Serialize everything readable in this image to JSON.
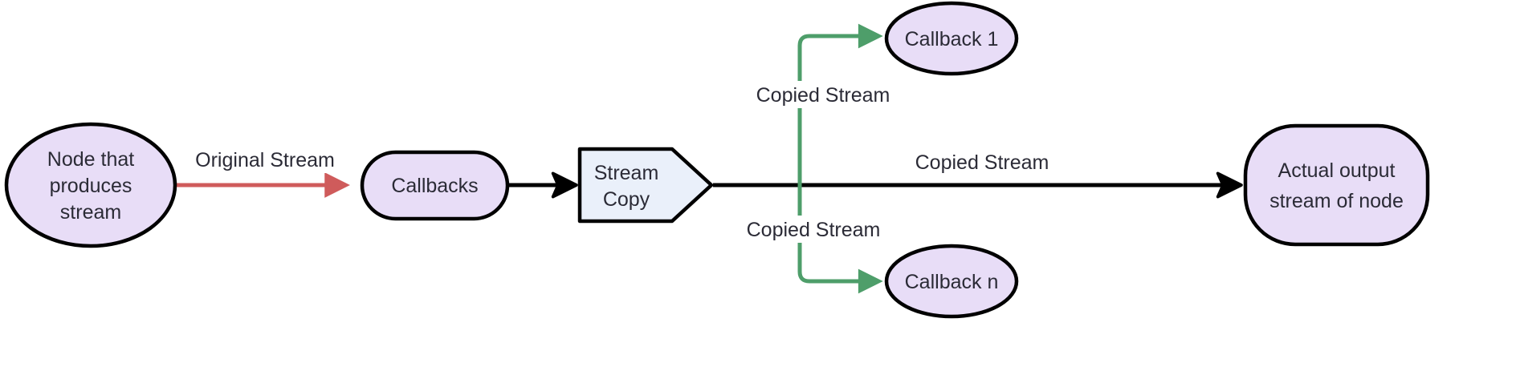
{
  "diagram": {
    "type": "flowchart",
    "title": "Stream copy and callback fan-out flowchart",
    "direction": "left-to-right",
    "background_color": "#ffffff",
    "colors": {
      "node_fill_lavender": "#e8ddf7",
      "node_fill_blue": "#eaf0fa",
      "node_stroke": "#000000",
      "text": "#2b2b36",
      "edge_default": "#000000",
      "edge_original_stream": "#cf5b5b",
      "edge_copied_stream": "#4e9e6a"
    },
    "nodes": [
      {
        "id": "producer",
        "label": "Node that produces stream",
        "lines": [
          "Node that",
          "produces",
          "stream"
        ],
        "shape": "ellipse",
        "fill": "#e8ddf7"
      },
      {
        "id": "callbacks",
        "label": "Callbacks",
        "lines": [
          "Callbacks"
        ],
        "shape": "stadium",
        "fill": "#e8ddf7"
      },
      {
        "id": "stream-copy",
        "label": "Stream Copy",
        "lines": [
          "Stream",
          "Copy"
        ],
        "shape": "pentagon-arrow",
        "fill": "#eaf0fa"
      },
      {
        "id": "callback-1",
        "label": "Callback 1",
        "lines": [
          "Callback 1"
        ],
        "shape": "ellipse",
        "fill": "#e8ddf7"
      },
      {
        "id": "callback-n",
        "label": "Callback n",
        "lines": [
          "Callback n"
        ],
        "shape": "ellipse",
        "fill": "#e8ddf7"
      },
      {
        "id": "actual-output",
        "label": "Actual output stream of node",
        "lines": [
          "Actual output",
          "stream of node"
        ],
        "shape": "stadium",
        "fill": "#e8ddf7"
      }
    ],
    "edges": [
      {
        "id": "edge-producer-callbacks",
        "from": "producer",
        "to": "callbacks",
        "label": "Original Stream",
        "color": "#cf5b5b",
        "arrow": true
      },
      {
        "id": "edge-callbacks-streamcopy",
        "from": "callbacks",
        "to": "stream-copy",
        "label": "",
        "color": "#000000",
        "arrow": true
      },
      {
        "id": "edge-streamcopy-callback1",
        "from": "stream-copy",
        "to": "callback-1",
        "label": "Copied Stream",
        "color": "#4e9e6a",
        "arrow": true
      },
      {
        "id": "edge-streamcopy-callbackn",
        "from": "stream-copy",
        "to": "callback-n",
        "label": "Copied Stream",
        "color": "#4e9e6a",
        "arrow": true
      },
      {
        "id": "edge-streamcopy-output",
        "from": "stream-copy",
        "to": "actual-output",
        "label": "Copied Stream",
        "color": "#000000",
        "arrow": true
      }
    ]
  }
}
